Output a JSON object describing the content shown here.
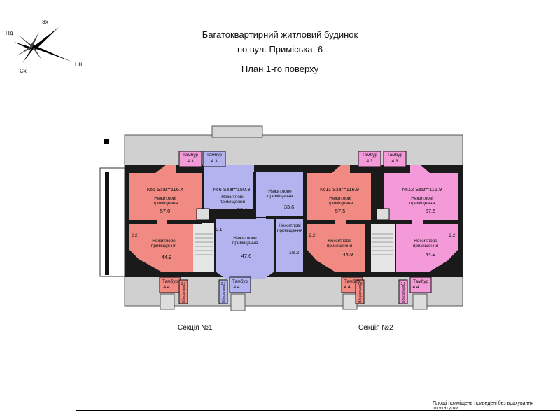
{
  "header": {
    "line1": "Багатоквартирний житловий будинок",
    "line2": "по вул. Приміська, 6",
    "line3": "План 1-го поверху"
  },
  "compass": {
    "north": "Пн",
    "south": "Пд",
    "east": "Сх",
    "west": "Зх"
  },
  "colors": {
    "salmon": "#f08a83",
    "lavender": "#b3b3ef",
    "magenta": "#f49ad8",
    "wall": "#1a1a1a",
    "balcony": "#cfcfcf",
    "stair": "#e6e6e6"
  },
  "rooms": [
    {
      "id": "tambour-a1",
      "label": "Тамбур",
      "area": "4.3",
      "color": "magenta"
    },
    {
      "id": "tambour-a2",
      "label": "Тамбур",
      "area": "4.3",
      "color": "magenta"
    },
    {
      "id": "tambour-a3",
      "label": "Тамбур",
      "area": "4.3",
      "color": "magenta"
    },
    {
      "id": "tambour-a4",
      "label": "Тамбур",
      "area": "4.3",
      "color": "magenta"
    },
    {
      "id": "unit5-head",
      "label": "№5 Sзаг=116.4",
      "color": "salmon"
    },
    {
      "id": "unit5-top",
      "label": "Нежитлові приміщення",
      "area": "57.0",
      "color": "salmon"
    },
    {
      "id": "unit5-bot",
      "label": "Нежитлове приміщення",
      "area": "44.9",
      "color": "salmon"
    },
    {
      "id": "unit5-small",
      "area": "2.2",
      "color": "salmon"
    },
    {
      "id": "unit6-head",
      "label": "№6 Sзаг=150.3",
      "color": "lavender"
    },
    {
      "id": "unit6-left",
      "label": "Нежитлові приміщення",
      "area": "36.4",
      "color": "lavender"
    },
    {
      "id": "unit6-right",
      "label": "Нежитлове приміщення",
      "area": "33.6",
      "color": "lavender"
    },
    {
      "id": "unit6-bot",
      "label": "Нежитлове приміщення",
      "area": "47.6",
      "color": "lavender"
    },
    {
      "id": "unit6-bot-right",
      "label": "Нежитлові приміщення",
      "area": "18.2",
      "color": "lavender"
    },
    {
      "id": "unit6-small",
      "area": "2.1",
      "color": "lavender"
    },
    {
      "id": "unit11-head",
      "label": "№11 Sзаг=116.9",
      "color": "salmon"
    },
    {
      "id": "unit11-top",
      "label": "Нежитлові приміщення",
      "area": "57.5",
      "color": "salmon"
    },
    {
      "id": "unit11-bot",
      "label": "Нежитлове приміщення",
      "area": "44.9",
      "color": "salmon"
    },
    {
      "id": "unit11-small",
      "area": "2.2",
      "color": "salmon"
    },
    {
      "id": "unit12-head",
      "label": "№12 Sзаг=116.9",
      "color": "magenta"
    },
    {
      "id": "unit12-top",
      "label": "Нежитлові приміщення",
      "area": "57.5",
      "color": "magenta"
    },
    {
      "id": "unit12-bot",
      "label": "Нежитлове приміщення",
      "area": "44.9",
      "color": "magenta"
    },
    {
      "id": "unit12-small",
      "area": "2.2",
      "color": "magenta"
    },
    {
      "id": "tambour-b1",
      "label": "Тамбур",
      "area": "4.4",
      "color": "salmon"
    },
    {
      "id": "tambour-b2",
      "label": "Тамбур",
      "area": "4.4",
      "color": "lavender"
    },
    {
      "id": "tambour-b3",
      "label": "Тамбур",
      "area": "4.4",
      "color": "salmon"
    },
    {
      "id": "tambour-b4",
      "label": "Тамбур",
      "area": "4.4",
      "color": "magenta"
    },
    {
      "id": "wc-1",
      "label": "Вбиральня",
      "area": "3.7",
      "color": "salmon"
    },
    {
      "id": "wc-2",
      "label": "Вбиральня",
      "area": "3.7",
      "color": "lavender"
    },
    {
      "id": "wc-3",
      "label": "Вбиральня",
      "area": "3.6",
      "color": "salmon"
    },
    {
      "id": "wc-4",
      "label": "Вбиральня",
      "area": "3.6",
      "color": "magenta"
    }
  ],
  "sections": {
    "s1": "Секція №1",
    "s2": "Секція №2"
  },
  "footnote": "Площі приміщень приведені без врахування штукатурки"
}
